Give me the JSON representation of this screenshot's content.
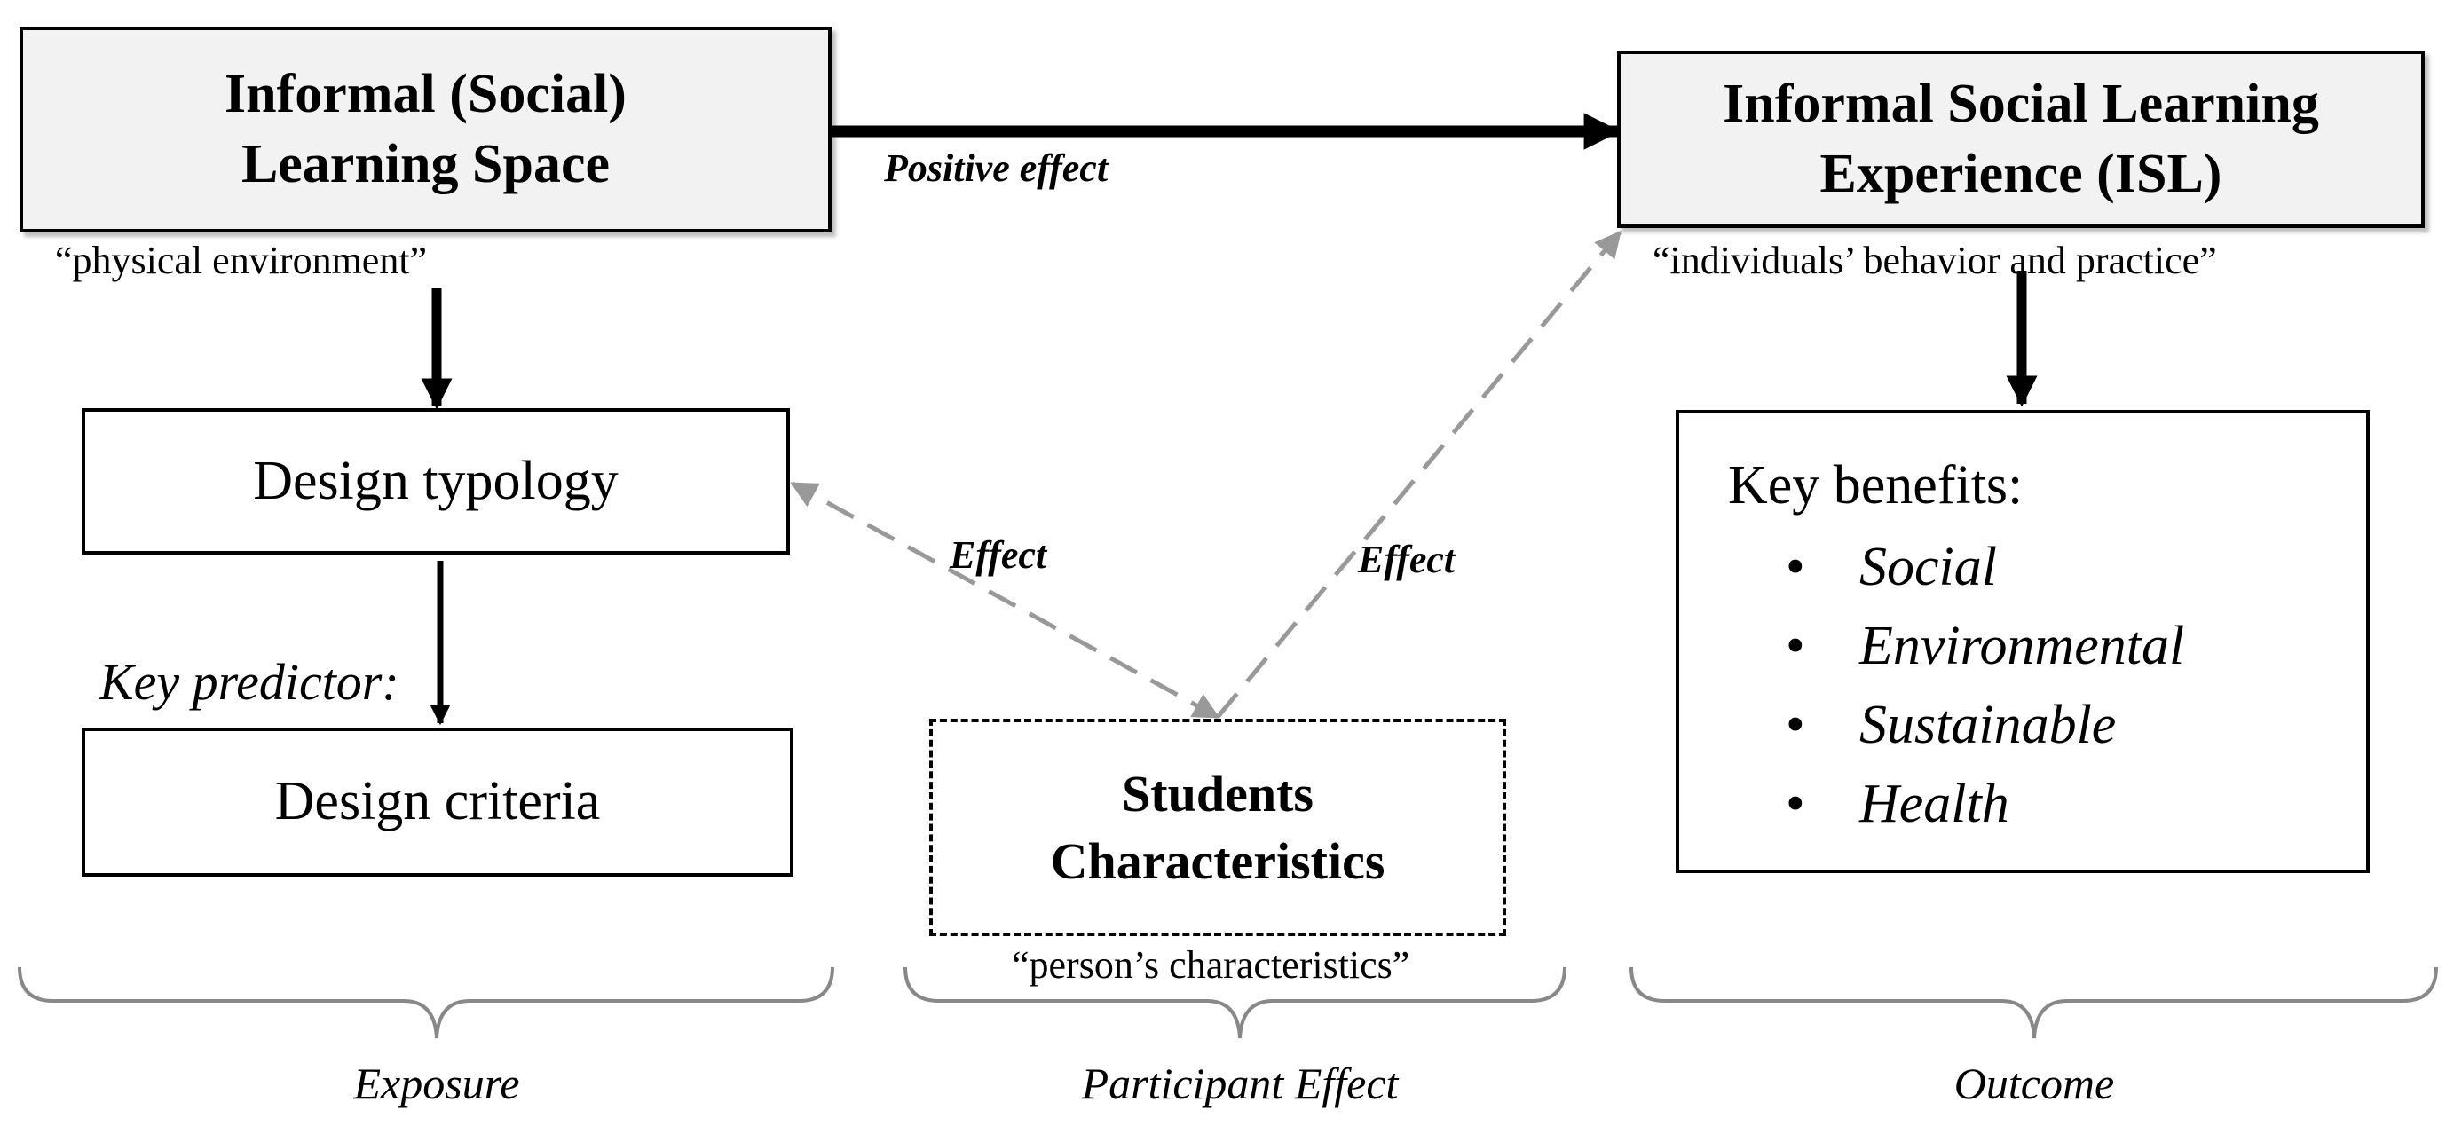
{
  "nodes": {
    "informal_space": {
      "line1": "Informal (Social)",
      "line2": "Learning Space",
      "caption": "“physical environment”"
    },
    "isl_experience": {
      "line1": "Informal Social Learning",
      "line2": "Experience (ISL)",
      "caption": "“individuals’ behavior and practice”"
    },
    "design_typology": {
      "label": "Design typology"
    },
    "design_criteria": {
      "label": "Design criteria",
      "predictor_label": "Key predictor:"
    },
    "students": {
      "line1": "Students",
      "line2": "Characteristics",
      "caption": "“person’s characteristics”"
    },
    "key_benefits": {
      "title": "Key benefits:",
      "items": [
        "Social",
        "Environmental",
        "Sustainable",
        "Health"
      ]
    }
  },
  "edges": {
    "positive_effect": "Positive effect",
    "effect_typology": "Effect",
    "effect_isl": "Effect"
  },
  "sections": {
    "exposure": "Exposure",
    "participant_effect": "Participant Effect",
    "outcome": "Outcome"
  },
  "colors": {
    "header_fill": "#f2f2f2",
    "solid_arrow": "#000000",
    "dashed_arrow": "#999999",
    "brace": "#888888"
  }
}
